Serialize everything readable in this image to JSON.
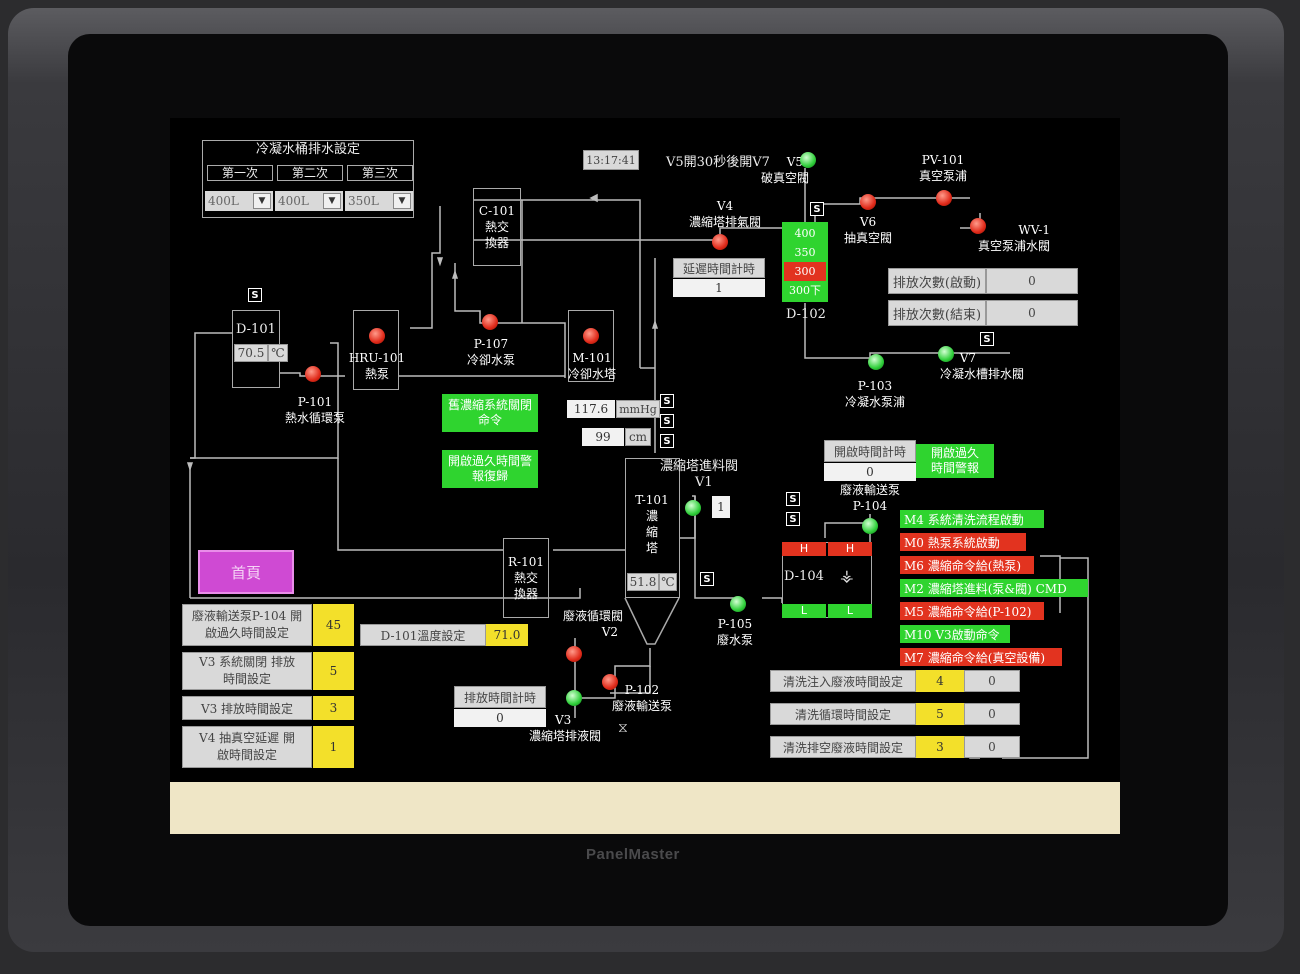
{
  "brand": "PanelMaster",
  "clock": "13:17:41",
  "drain_settings": {
    "title": "冷凝水桶排水設定",
    "headers": [
      "第一次",
      "第二次",
      "第三次"
    ],
    "values": [
      "400L",
      "400L",
      "350L"
    ]
  },
  "v5_note": "V5開30秒後開V7",
  "labels": {
    "c101": [
      "C-101",
      "熱交",
      "換器"
    ],
    "d101": "D-101",
    "d101_temp": "70.5",
    "d101_unit": "℃",
    "hru101": [
      "HRU-101",
      "熱泵"
    ],
    "p101": [
      "P-101",
      "熱水循環泵"
    ],
    "p107": [
      "P-107",
      "冷卻水泵"
    ],
    "m101": [
      "M-101",
      "冷卻水塔"
    ],
    "v4": [
      "V4",
      "濃縮塔排氣閥"
    ],
    "v5": [
      "V5",
      "破真空閥"
    ],
    "v6": [
      "V6",
      "抽真空閥"
    ],
    "pv101": [
      "PV-101",
      "真空泵浦"
    ],
    "wv1": [
      "WV-1",
      "真空泵浦水閥"
    ],
    "d102": "D-102",
    "p103": [
      "P-103",
      "冷凝水泵浦"
    ],
    "v7": [
      "V7",
      "冷凝水槽排水閥"
    ],
    "t101": [
      "T-101",
      "濃",
      "縮",
      "塔"
    ],
    "t101_feed": "濃縮塔進料閥",
    "v1": "V1",
    "v1_value": "1",
    "t101_temp": "51.8",
    "t101_unit": "℃",
    "pressure": "117.6",
    "pressure_unit": "mmHg",
    "level": "99",
    "level_unit": "cm",
    "r101": [
      "R-101",
      "熱交",
      "換器"
    ],
    "v2": [
      "廢液循環閥",
      "V2"
    ],
    "v3": [
      "V3",
      "濃縮塔排液閥"
    ],
    "p102": [
      "P-102",
      "廢液輸送泵"
    ],
    "p105": [
      "P-105",
      "廢水泵"
    ],
    "d104": "D-104",
    "p104": [
      "廢液輸送泵",
      "P-104"
    ],
    "h": "H",
    "l": "L"
  },
  "d102_levels": [
    "400",
    "350",
    "300",
    "300下"
  ],
  "delay_timer": {
    "label": "延遲時間計時",
    "value": "1"
  },
  "drain_count_start": {
    "label": "排放次數(啟動)",
    "value": "0"
  },
  "drain_count_end": {
    "label": "排放次數(結束)",
    "value": "0"
  },
  "buttons": {
    "old_conc_close": "舊濃縮系統關閉命令",
    "overtime_reset": "開啟過久時間警報復歸",
    "overtime_alarm": "開啟過久時間警報",
    "home": "首頁"
  },
  "open_timer": {
    "label": "開啟時間計時",
    "value": "0"
  },
  "discharge_timer": {
    "label": "排放時間計時",
    "value": "0"
  },
  "status_list": [
    {
      "text": "M4 系統清洗流程啟動",
      "color": "#2fd42f"
    },
    {
      "text": "M0 熱泵系統啟動",
      "color": "#e2331f"
    },
    {
      "text": "M6 濃縮命令給(熱泵)",
      "color": "#e2331f"
    },
    {
      "text": "M2 濃縮塔進料(泵&閥) CMD",
      "color": "#2fd42f"
    },
    {
      "text": "M5 濃縮命令給(P-102)",
      "color": "#e2331f"
    },
    {
      "text": "M10 V3啟動命令",
      "color": "#2fd42f"
    },
    {
      "text": "M7 濃縮命令給(真空設備)",
      "color": "#e2331f"
    }
  ],
  "settings_left": [
    {
      "label": "廢液輸送泵P-104 開啟過久時間設定",
      "value": "45"
    },
    {
      "label": "V3 系統關閉 排放時間設定",
      "value": "5"
    },
    {
      "label": "V3 排放時間設定",
      "value": "3"
    },
    {
      "label": "V4 抽真空延遲 開啟時間設定",
      "value": "1"
    }
  ],
  "d101_temp_setting": {
    "label": "D-101溫度設定",
    "value": "71.0"
  },
  "wash_settings": [
    {
      "label": "清洗注入廢液時間設定",
      "value": "4",
      "current": "0"
    },
    {
      "label": "清洗循環時間設定",
      "value": "5",
      "current": "0"
    },
    {
      "label": "清洗排空廢液時間設定",
      "value": "3",
      "current": "0"
    }
  ]
}
